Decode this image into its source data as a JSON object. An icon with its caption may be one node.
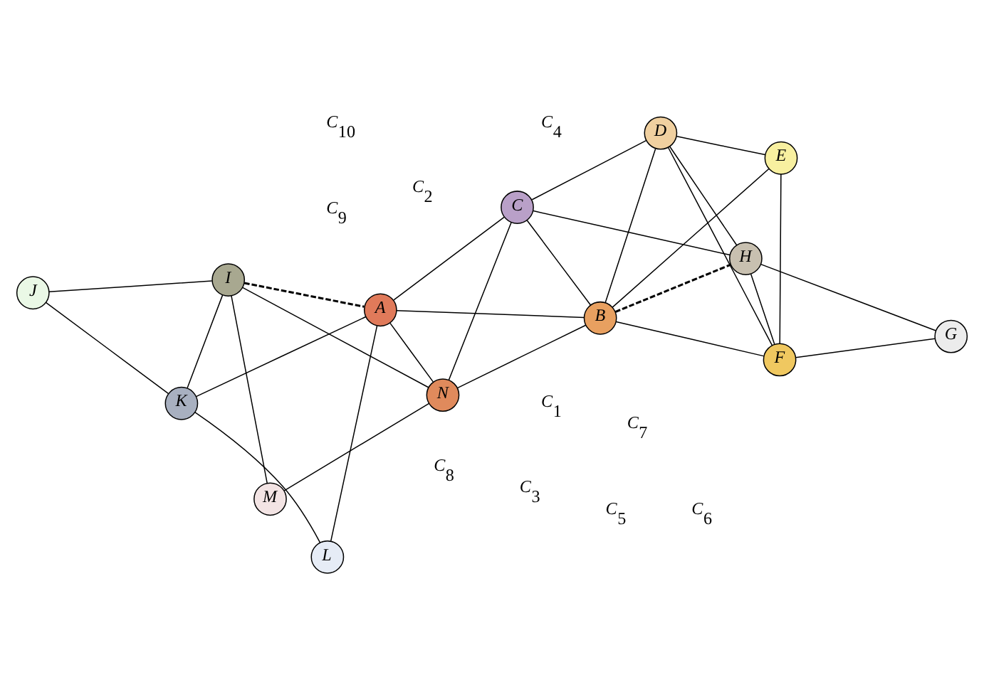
{
  "diagram": {
    "nodes": [
      {
        "text": [
          "C"
        ]
      },
      {
        "text": [
          "N"
        ]
      },
      {
        "text": [
          "B"
        ]
      },
      {
        "text": [
          "D"
        ]
      },
      {
        "text": [
          "A"
        ]
      },
      {
        "text": [
          "I"
        ]
      },
      {
        "text": [
          "M"
        ]
      },
      {
        "text": [
          "K"
        ]
      },
      {
        "text": [
          "H"
        ]
      },
      {
        "text": [
          "F"
        ]
      },
      {
        "text": [
          "L"
        ]
      },
      {
        "text": [
          "J"
        ]
      },
      {
        "text": [
          "G"
        ]
      },
      {
        "text": [
          "E"
        ]
      }
    ],
    "edges": [
      {
        "from": 1,
        "to": 0,
        "arrow": "none"
      },
      {
        "from": 1,
        "to": 2,
        "arrow": "none"
      },
      {
        "from": 1,
        "to": 4,
        "arrow": "none"
      },
      {
        "from": 1,
        "to": 5,
        "arrow": "none"
      },
      {
        "from": 1,
        "to": 6,
        "arrow": "none"
      },
      {
        "from": 0,
        "to": 4,
        "arrow": "none"
      },
      {
        "from": 0,
        "to": 2,
        "arrow": "none"
      },
      {
        "from": 0,
        "to": 3,
        "arrow": "none"
      },
      {
        "from": 0,
        "to": 8,
        "arrow": "none"
      },
      {
        "from": 5,
        "to": 4,
        "arrow": "none",
        "style": "dashed"
      },
      {
        "from": 4,
        "to": 2,
        "arrow": "none"
      },
      {
        "from": 4,
        "to": 7,
        "arrow": "none"
      },
      {
        "from": 4,
        "to": 10,
        "arrow": "none"
      },
      {
        "from": 6,
        "to": 5,
        "arrow": "none"
      },
      {
        "from": 5,
        "to": 7,
        "arrow": "none"
      },
      {
        "from": 5,
        "to": 11,
        "arrow": "none"
      },
      {
        "from": 7,
        "to": 11,
        "arrow": "none"
      },
      {
        "from": 7,
        "to": 10,
        "arrow": "none"
      },
      {
        "from": 2,
        "to": 3,
        "arrow": "none"
      },
      {
        "from": 2,
        "to": 8,
        "arrow": "none",
        "style": "dashed"
      },
      {
        "from": 2,
        "to": 9,
        "arrow": "none"
      },
      {
        "from": 2,
        "to": 13,
        "arrow": "none"
      },
      {
        "from": 3,
        "to": 8,
        "arrow": "none"
      },
      {
        "from": 3,
        "to": 9,
        "arrow": "none"
      },
      {
        "from": 3,
        "to": 13,
        "arrow": "none"
      },
      {
        "from": 8,
        "to": 9,
        "arrow": "none"
      },
      {
        "from": 8,
        "to": 12,
        "arrow": "none"
      },
      {
        "from": 9,
        "to": 12,
        "arrow": "none"
      },
      {
        "from": 9,
        "to": 13,
        "arrow": "none"
      }
    ],
    "labels": [
      "C$_{1}$",
      "C$_{7}$",
      "C$_{2}$",
      "C$_{8}$",
      "C$_{3}$",
      "C$_{5}$",
      "C$_{6}$",
      "C$_{4}$",
      "C$_{10}$",
      "C$_{9}$"
    ]
  }
}
